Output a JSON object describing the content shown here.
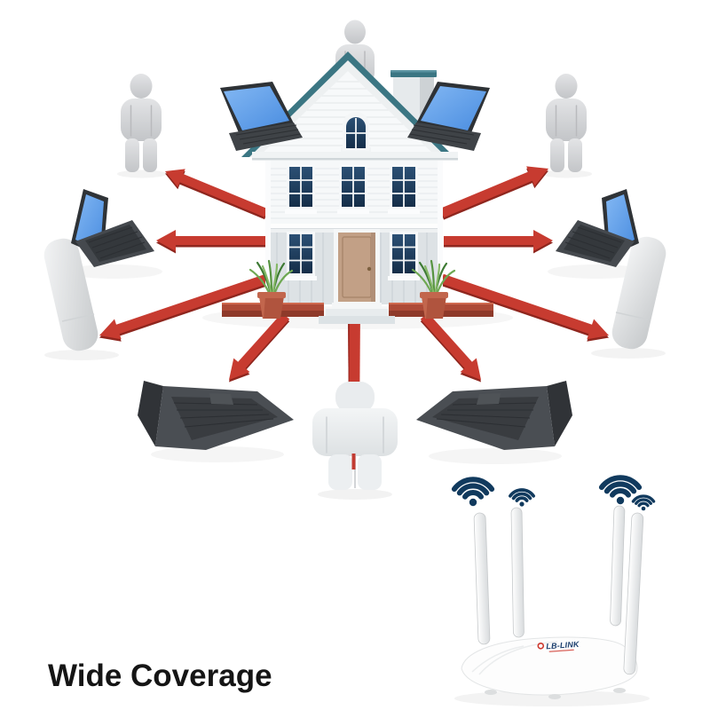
{
  "title": {
    "text": "Wide Coverage"
  },
  "router": {
    "brand_label": "LB-LINK",
    "antenna_count": 4,
    "body_color": "#fdfdfd"
  },
  "wifi_icons": {
    "count": 4,
    "sizes": [
      "large",
      "small",
      "large",
      "small"
    ],
    "color": "#113a5e"
  },
  "scene": {
    "center_object": "house",
    "arrow_count": 9,
    "person_count": 4,
    "laptop_count": 6,
    "pillar_count": 2,
    "objects": [
      "person-top-left",
      "laptop-roof-left",
      "person-top-center",
      "laptop-roof-right",
      "person-top-right",
      "laptop-mid-left",
      "laptop-mid-right",
      "pillar-lower-left",
      "pillar-lower-right",
      "laptop-bottom-left",
      "person-bottom-center",
      "laptop-bottom-right",
      "wifi-router"
    ]
  },
  "colors": {
    "background": "#ffffff",
    "arrow_red": "#c73b30",
    "arrow_red_dark": "#8f261e",
    "roof_teal": "#3b7683",
    "window_navy": "#1d3a55",
    "door_tan": "#c2a086",
    "pot_terracotta": "#b0543e",
    "plant_green": "#579441",
    "wifi_navy": "#113a5e",
    "figure_gray": "#d6d7d9",
    "figure_white": "#eceff1",
    "laptop_dark": "#45494e",
    "screen_blue": "#5b9cec",
    "brick_red": "#ad4a37",
    "title_color": "#151515"
  }
}
